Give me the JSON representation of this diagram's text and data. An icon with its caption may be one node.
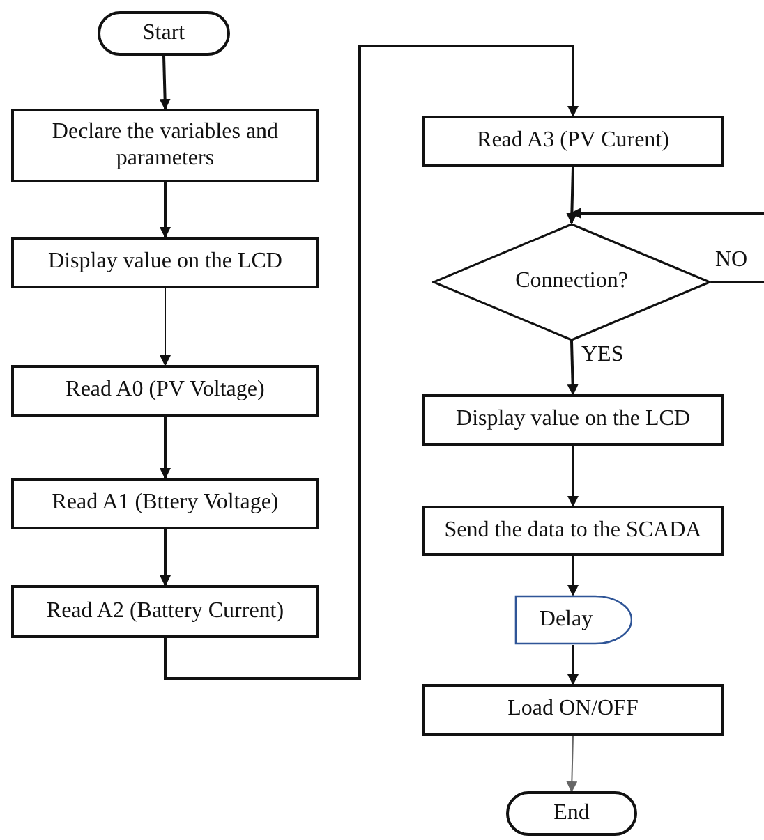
{
  "diagram": {
    "nodes": [
      {
        "text": [
          "Start"
        ]
      },
      {
        "text": [
          "Declare the variables and parameters"
        ]
      },
      {
        "text": [
          "Display value on the LCD"
        ]
      },
      {
        "text": [
          "Read A0 (PV Voltage)"
        ]
      },
      {
        "text": [
          "Read A1 (Bttery Voltage)"
        ]
      },
      {
        "text": [
          "Read A2 (Battery Current)"
        ]
      },
      {
        "text": [
          "Read A3 (PV Curent)"
        ]
      },
      {
        "text": [
          "Connection?"
        ]
      },
      {
        "text": [
          "Display value on the LCD"
        ]
      },
      {
        "text": [
          "Send the data to the SCADA"
        ]
      },
      {
        "text": [
          "Delay"
        ]
      },
      {
        "text": [
          "Load ON/OFF"
        ]
      },
      {
        "text": [
          "End"
        ]
      }
    ],
    "edges": [
      {
        "from": 0,
        "to": 1,
        "arrow": "to"
      },
      {
        "from": 1,
        "to": 2,
        "arrow": "to"
      },
      {
        "from": 2,
        "to": 3,
        "arrow": "to"
      },
      {
        "from": 3,
        "to": 4,
        "arrow": "to"
      },
      {
        "from": 4,
        "to": 5,
        "arrow": "to"
      },
      {
        "from": 5,
        "to": 6,
        "arrow": "to"
      },
      {
        "from": 6,
        "to": 7,
        "arrow": "to"
      },
      {
        "from": null,
        "to": 7,
        "arrow": "to"
      },
      {
        "from": 7,
        "to": null,
        "arrow": "none",
        "label": "NO"
      },
      {
        "from": 7,
        "to": 8,
        "arrow": "to",
        "label": "YES"
      },
      {
        "from": 8,
        "to": 9,
        "arrow": "to"
      },
      {
        "from": 9,
        "to": 10,
        "arrow": "to"
      },
      {
        "from": 10,
        "to": 11,
        "arrow": "to"
      },
      {
        "from": 11,
        "to": 12,
        "arrow": "to",
        "color": "#666666"
      }
    ]
  }
}
